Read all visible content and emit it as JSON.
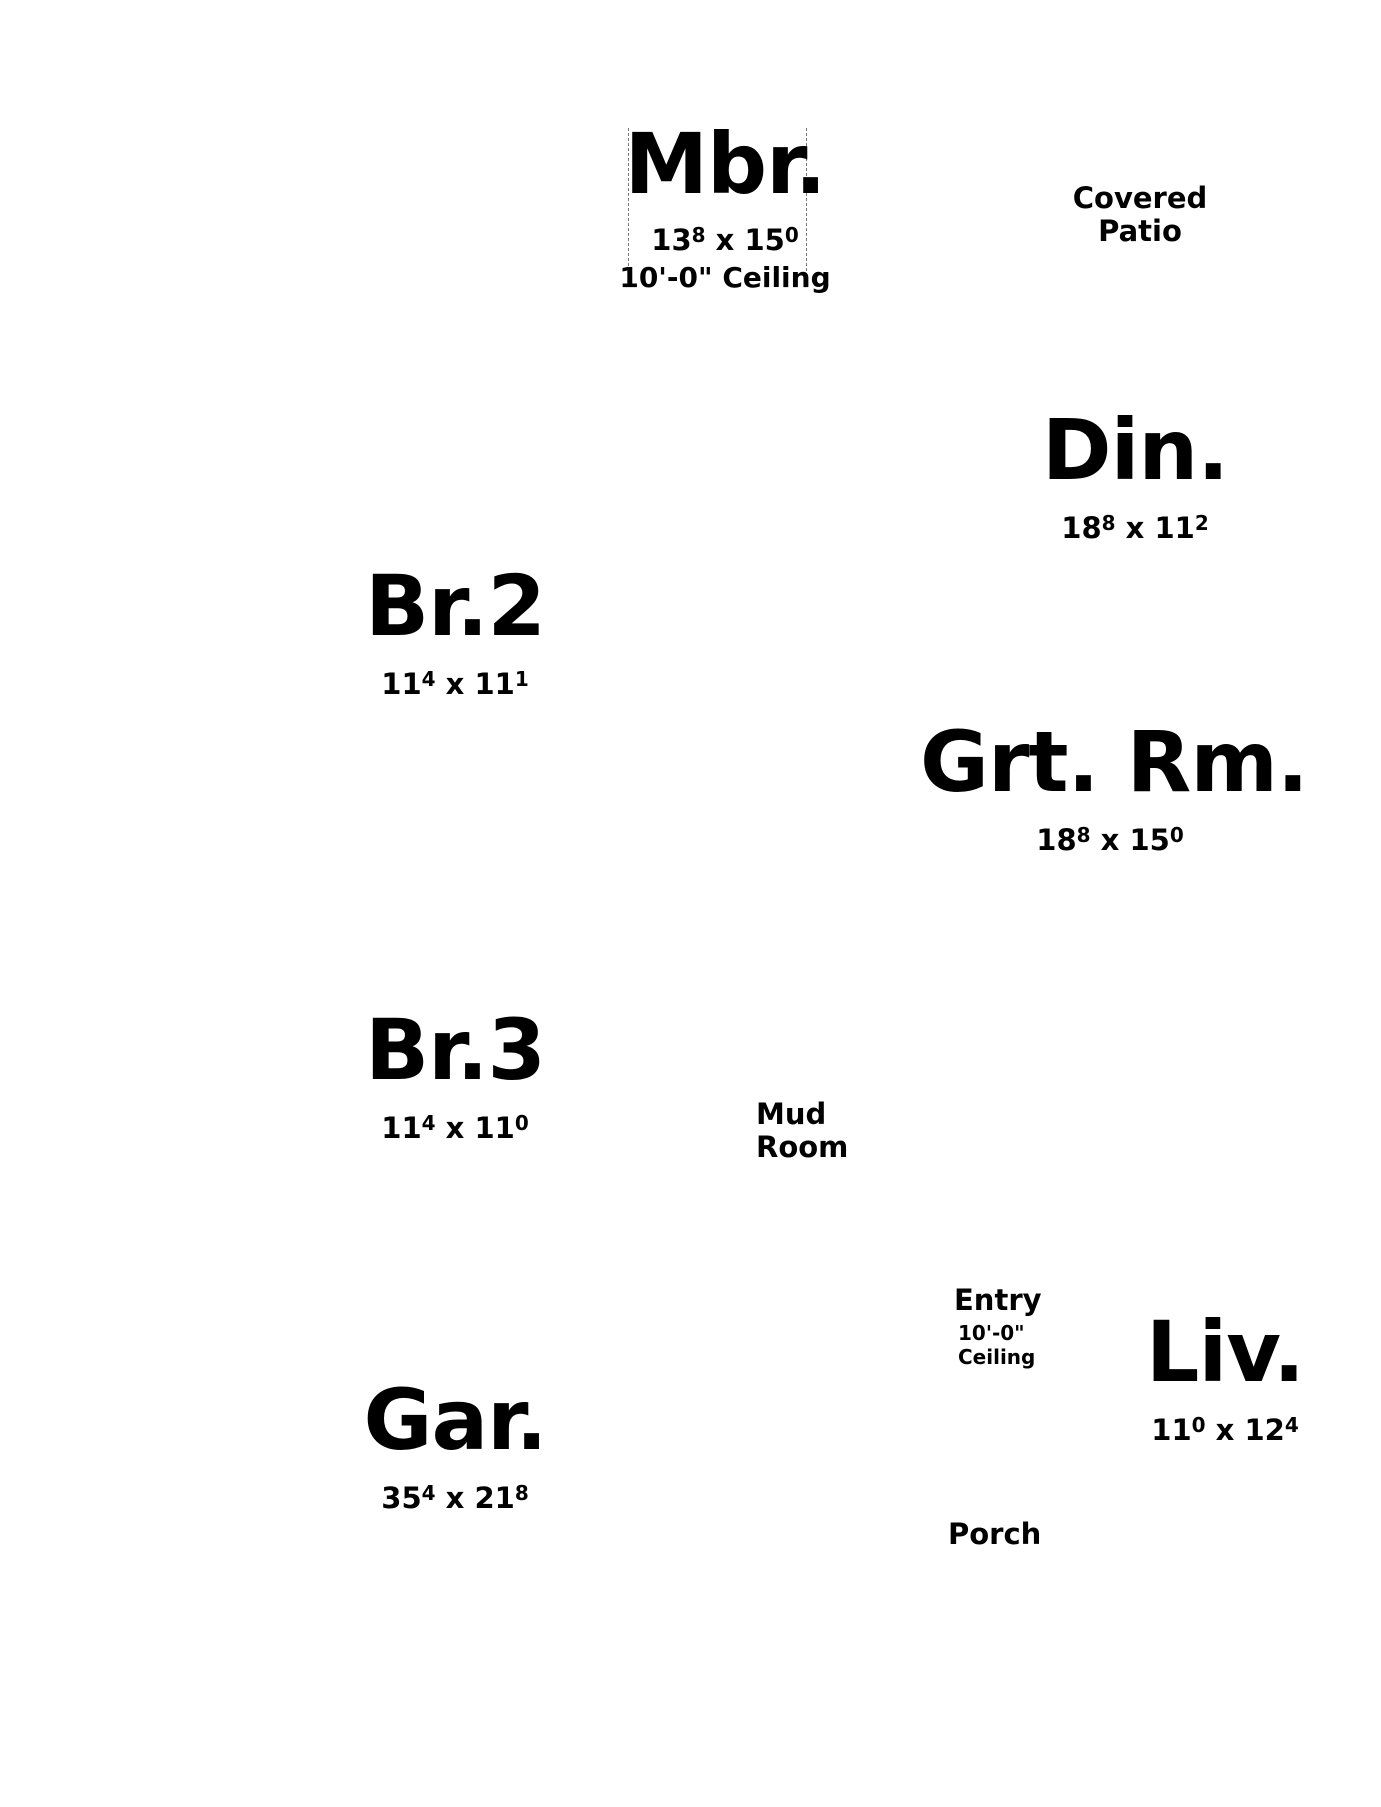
{
  "rooms": {
    "mbr": {
      "name": "Mbr.",
      "w": "13",
      "w_sup": "8",
      "sep": " x ",
      "h": "15",
      "h_sup": "0",
      "ceiling": "10'-0\" Ceiling"
    },
    "patio": {
      "line1": "Covered",
      "line2": "Patio"
    },
    "din": {
      "name": "Din.",
      "w": "18",
      "w_sup": "8",
      "sep": " x ",
      "h": "11",
      "h_sup": "2"
    },
    "br2": {
      "name": "Br.2",
      "w": "11",
      "w_sup": "4",
      "sep": " x ",
      "h": "11",
      "h_sup": "1"
    },
    "grt": {
      "name": "Grt. Rm.",
      "w": "18",
      "w_sup": "8",
      "sep": " x ",
      "h": "15",
      "h_sup": "0"
    },
    "br3": {
      "name": "Br.3",
      "w": "11",
      "w_sup": "4",
      "sep": " x ",
      "h": "11",
      "h_sup": "0"
    },
    "mud": {
      "line1": "Mud",
      "line2": "Room"
    },
    "entry": {
      "name": "Entry",
      "ceiling1": "10'-0\"",
      "ceiling2": "Ceiling"
    },
    "liv": {
      "name": "Liv.",
      "w": "11",
      "w_sup": "0",
      "sep": " x ",
      "h": "12",
      "h_sup": "4"
    },
    "gar": {
      "name": "Gar.",
      "w": "35",
      "w_sup": "4",
      "sep": " x ",
      "h": "21",
      "h_sup": "8"
    },
    "porch": {
      "name": "Porch"
    }
  }
}
